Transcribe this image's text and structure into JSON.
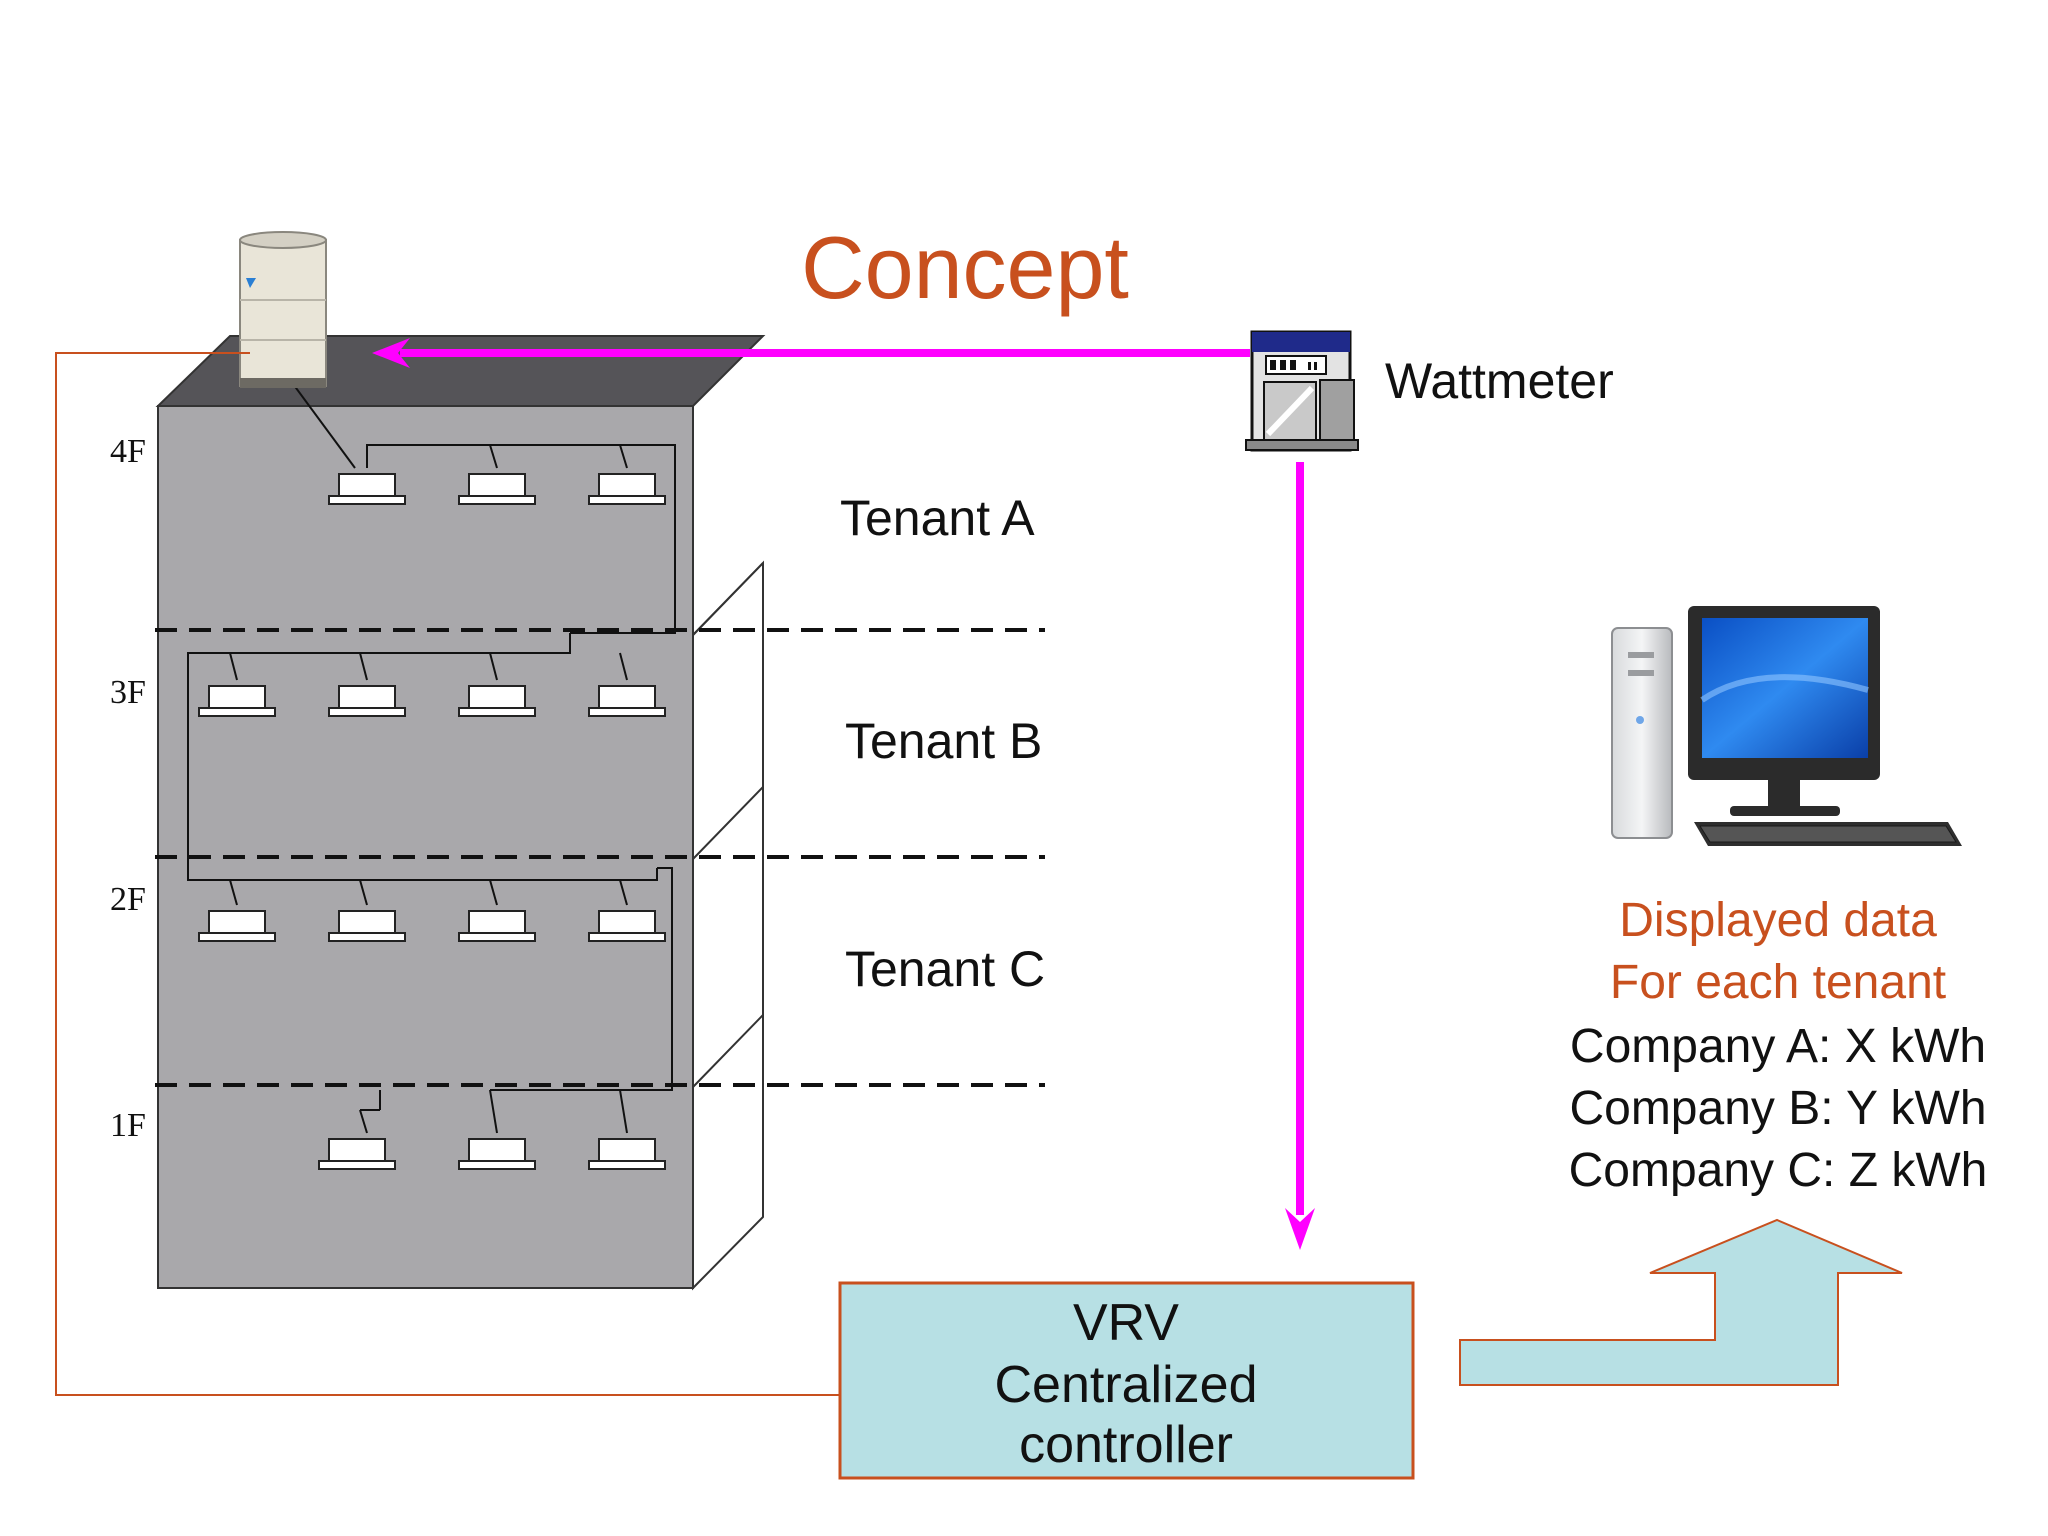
{
  "title": "Concept",
  "wattmeter_label": "Wattmeter",
  "floors": [
    "4F",
    "3F",
    "2F",
    "1F"
  ],
  "tenants": [
    "Tenant A",
    "Tenant B",
    "Tenant C"
  ],
  "controller": {
    "line1": "VRV",
    "line2": "Centralized",
    "line3": "controller"
  },
  "display": {
    "heading1": "Displayed data",
    "heading2": "For each tenant",
    "rows": [
      "Company A: X kWh",
      "Company B: Y kWh",
      "Company C: Z kWh"
    ]
  },
  "colors": {
    "title": "#c8501e",
    "signal": "#ff00ff",
    "wire": "#c8501e",
    "controller_fill": "#b7e0e4",
    "building_front": "#a9a8ab",
    "building_roof": "#555458"
  }
}
